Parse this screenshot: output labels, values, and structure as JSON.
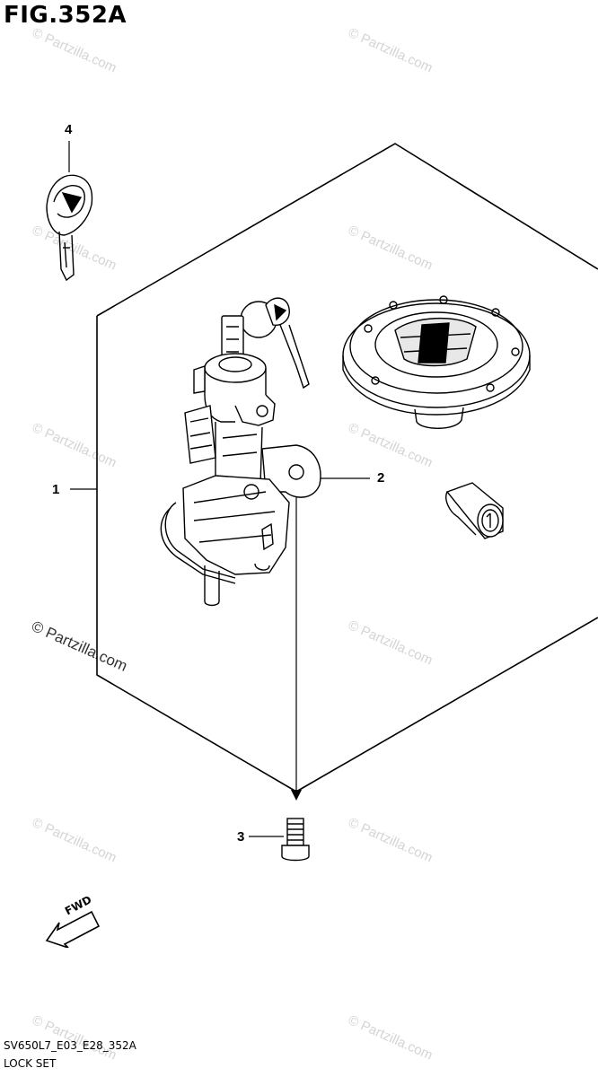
{
  "figure": {
    "title": "FIG.352A"
  },
  "callouts": {
    "part_1": "1",
    "part_2": "2",
    "part_3": "3",
    "part_4": "4"
  },
  "forward_arrow": {
    "label": "FWD"
  },
  "footer": {
    "code": "SV650L7_E03_E28_352A",
    "caption": "LOCK SET"
  },
  "watermark": {
    "text": "© Partzilla.com"
  }
}
